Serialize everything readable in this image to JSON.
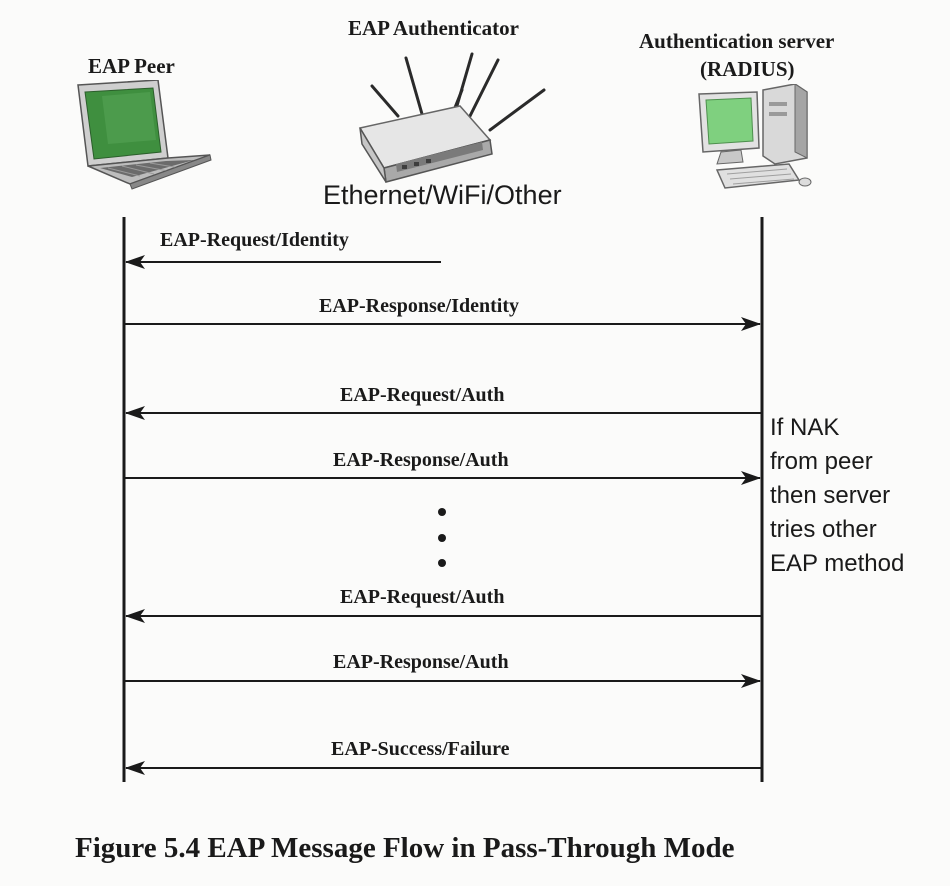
{
  "actors": {
    "peer": "EAP Peer",
    "authenticator": "EAP Authenticator",
    "server_line1": "Authentication server",
    "server_line2": "(RADIUS)"
  },
  "medium_label": "Ethernet/WiFi/Other",
  "messages": [
    {
      "label": "EAP-Request/Identity",
      "direction": "to-peer"
    },
    {
      "label": "EAP-Response/Identity",
      "direction": "to-server"
    },
    {
      "label": "EAP-Request/Auth",
      "direction": "to-peer"
    },
    {
      "label": "EAP-Response/Auth",
      "direction": "to-server"
    },
    {
      "label": "EAP-Request/Auth",
      "direction": "to-peer"
    },
    {
      "label": "EAP-Response/Auth",
      "direction": "to-server"
    },
    {
      "label": "EAP-Success/Failure",
      "direction": "to-peer"
    }
  ],
  "note_lines": [
    "If NAK",
    "from peer",
    "then server",
    "tries other",
    "EAP method"
  ],
  "caption": "Figure 5.4  EAP Message Flow in Pass-Through Mode",
  "icons": {
    "peer": "laptop-icon",
    "authenticator": "wireless-router-icon",
    "server": "desktop-computer-icon"
  },
  "colors": {
    "screen_green": "#3f8f3f",
    "server_screen": "#7fd07f",
    "line": "#1a1a1a"
  }
}
